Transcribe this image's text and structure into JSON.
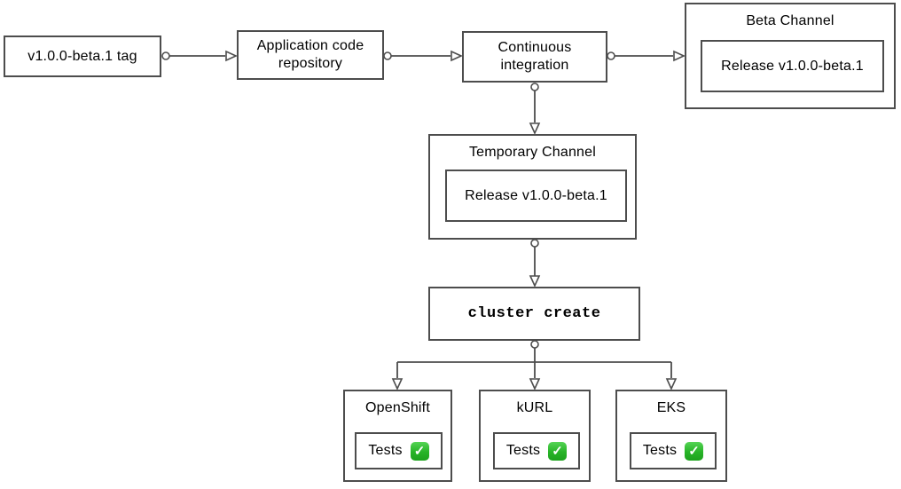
{
  "diagram": {
    "colors": {
      "line_gray": "#4d4d4d",
      "background": "#ffffff",
      "text": "#000000",
      "check_green": "#27b327",
      "check_mark_white": "#ffffff"
    },
    "nodes": {
      "tag": {
        "label": "v1.0.0-beta.1 tag"
      },
      "repo": {
        "line1": "Application code",
        "line2": "repository"
      },
      "ci": {
        "line1": "Continuous",
        "line2": "integration"
      },
      "beta_channel": {
        "title": "Beta Channel",
        "release_label": "Release v1.0.0-beta.1"
      },
      "temporary_channel": {
        "title": "Temporary Channel",
        "release_label": "Release v1.0.0-beta.1"
      },
      "cluster_create": {
        "label": "cluster create"
      }
    },
    "clusters": [
      {
        "title": "OpenShift",
        "tests_label": "Tests"
      },
      {
        "title": "kURL",
        "tests_label": "Tests"
      },
      {
        "title": "EKS",
        "tests_label": "Tests"
      }
    ],
    "icons": {
      "check_glyph": "✓"
    }
  }
}
